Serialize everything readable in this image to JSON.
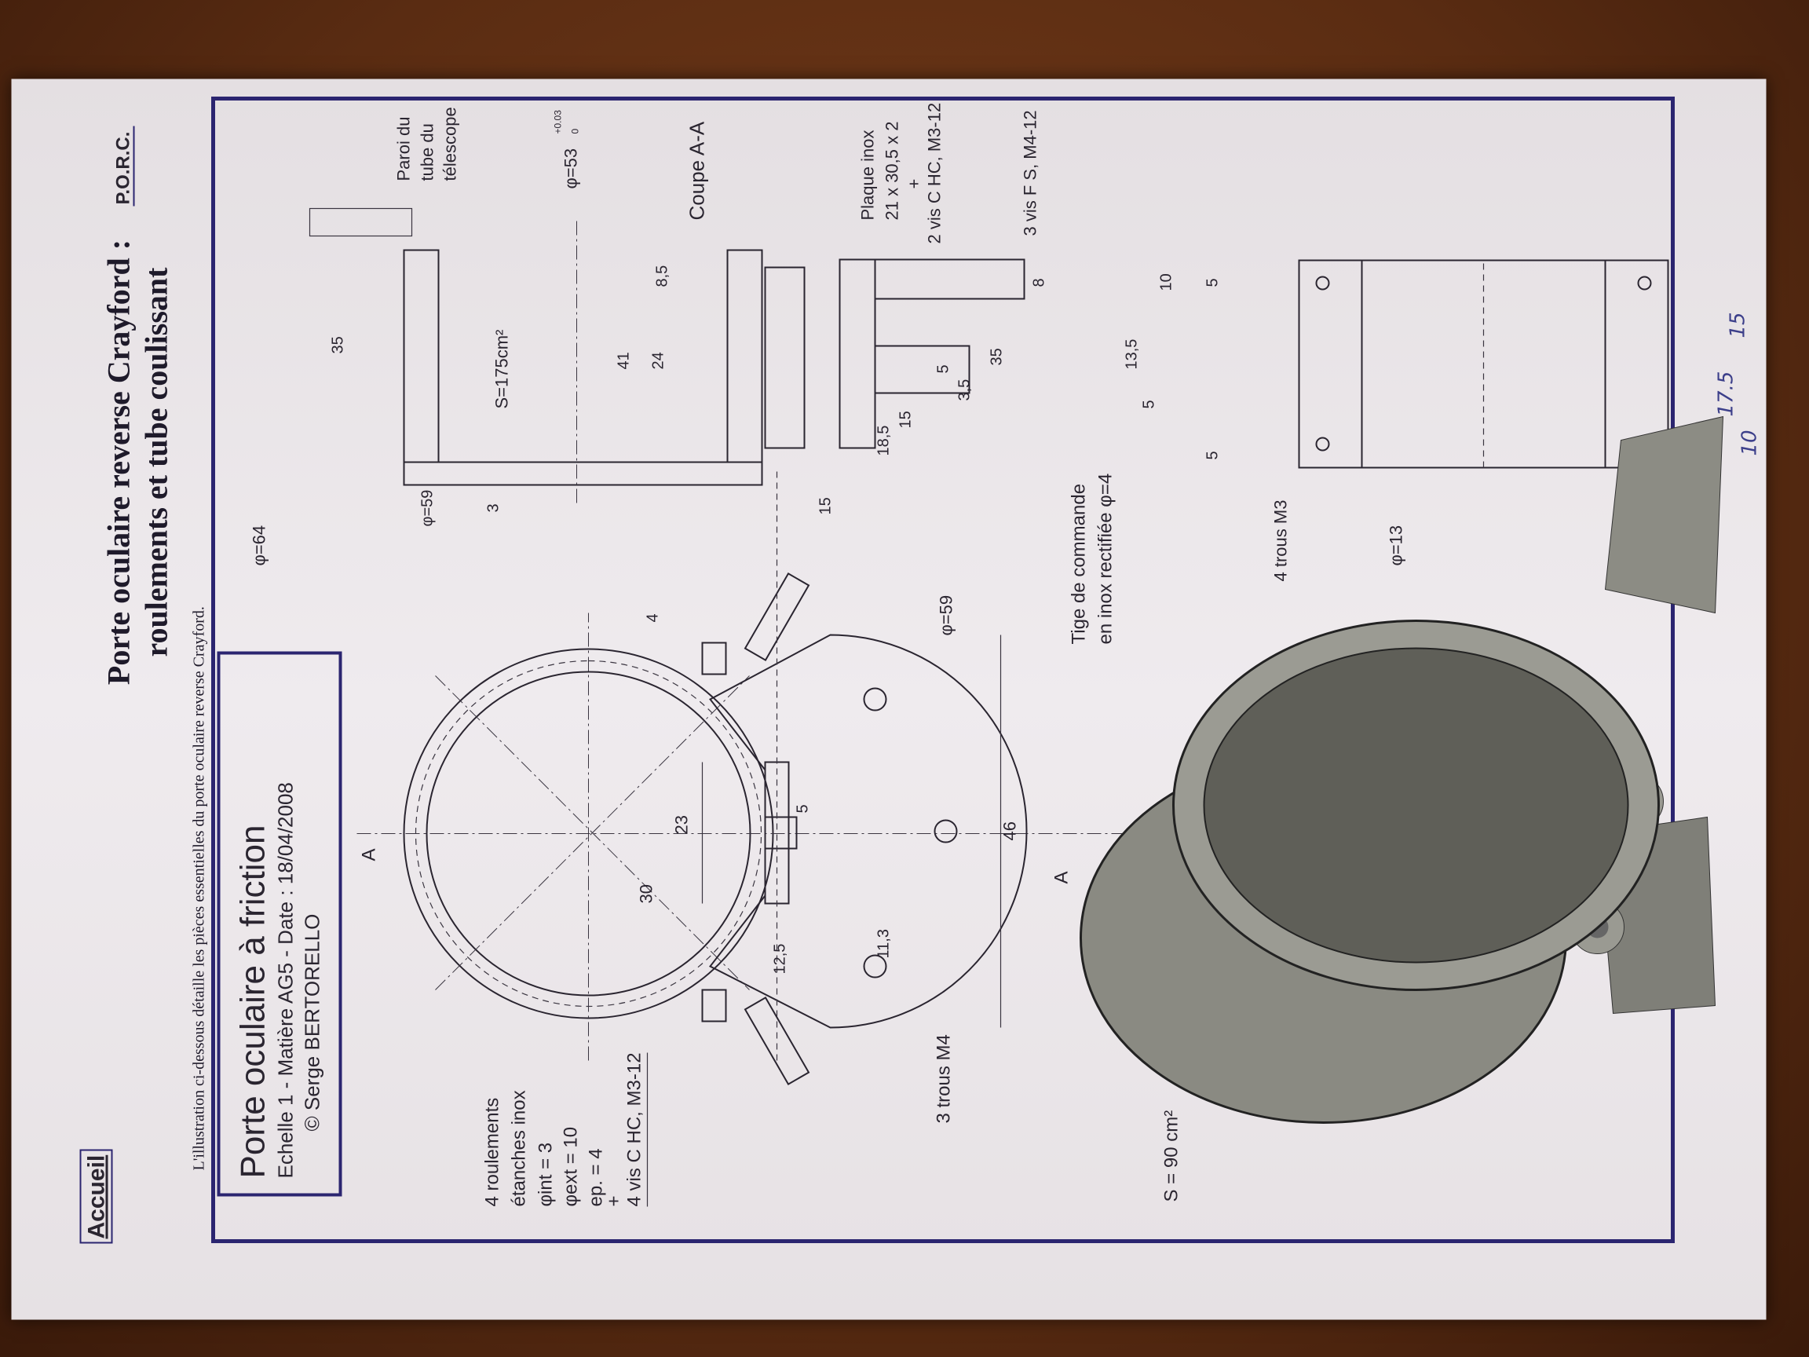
{
  "header": {
    "home_link": "Accueil",
    "porc_link": "P.O.R.C.",
    "title_line1": "Porte oculaire reverse Crayford :",
    "title_line2": "roulements et tube coulissant",
    "intro": "L'illustration ci-dessous détaille les pièces essentielles du porte oculaire reverse Crayford."
  },
  "title_block": {
    "name": "Porte oculaire à friction",
    "info": "Echelle 1 - Matière AG5 - Date : 18/04/2008",
    "author": "© Serge BERTORELLO"
  },
  "front_view": {
    "bearings_note": [
      "4 roulements",
      "étanches inox",
      "φint = 3",
      "φext = 10",
      "ep. = 4",
      "+",
      "4 vis C HC, M3-12"
    ],
    "holes_note": "3 trous M4",
    "surface": "S = 90 cm²",
    "dims": {
      "d59": "φ=59",
      "d46": "46",
      "d23": "23",
      "d30": "30",
      "d5": "5",
      "d12_5": "12,5",
      "d11_3": "11,3",
      "d4": "4",
      "d64": "φ=64"
    },
    "section_marks": [
      "A",
      "A"
    ],
    "rod_note": [
      "Tige de commande",
      "en inox rectifiée φ=4"
    ]
  },
  "section_view": {
    "title": "Coupe A-A",
    "wall_note": [
      "Paroi du",
      "tube du",
      "télescope"
    ],
    "bore": "φ=53",
    "bore_tol_upper": "+0.03",
    "bore_tol_lower": "0",
    "surface": "S=175cm²",
    "plate_note": [
      "Plaque inox",
      "21 x 30,5 x 2",
      "+",
      "2 vis C HC, M3-12"
    ],
    "screws_note": "3 vis F S, M4-12",
    "dims": {
      "d35a": "35",
      "d41": "41",
      "d24": "24",
      "d8_5": "8,5",
      "d3": "3",
      "d59": "φ=59",
      "d15a": "15",
      "d18_5": "18,5",
      "d15b": "15",
      "d5": "5",
      "d3_5": "3,5",
      "d35b": "35",
      "d8": "8"
    }
  },
  "side_view": {
    "holes_note": "4 trous M3",
    "d13": "φ=13",
    "dims": {
      "d10": "10",
      "d5a": "5",
      "d13_5": "13,5",
      "d5b": "5",
      "d5c": "5"
    },
    "handwritten": {
      "h10": "10",
      "h17_5": "17.5",
      "h15": "15"
    }
  },
  "colors": {
    "frame": "#2b2570",
    "paper": "#ebe7ea",
    "render_gray": "#8c8c84"
  }
}
